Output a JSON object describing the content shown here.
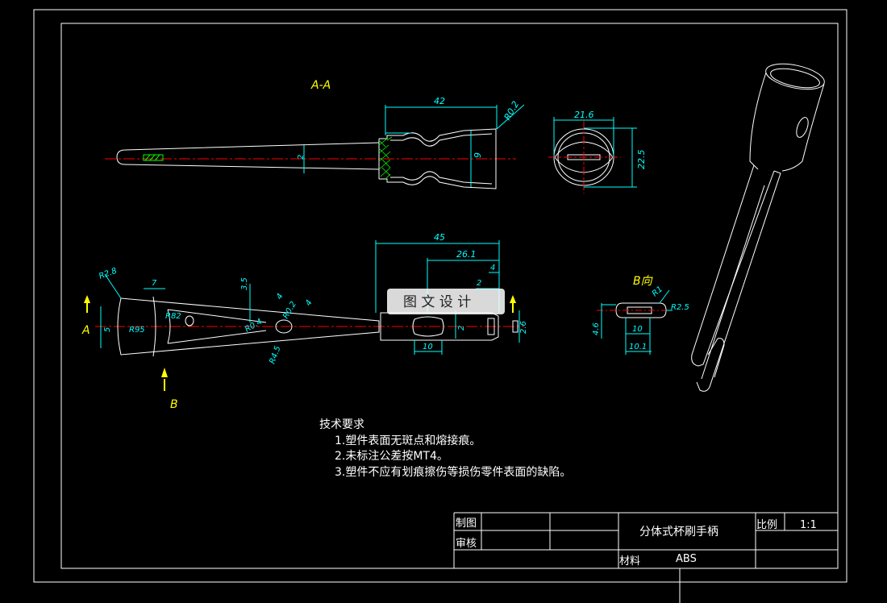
{
  "colors": {
    "background": "#000000",
    "line": "#ffffff",
    "dimension": "#00ffff",
    "center_line": "#ff0000",
    "label": "#ffff00",
    "hatch": "#00ff00"
  },
  "views": {
    "section_title": "A-A",
    "view_b_title": "B向",
    "arrow_a": "A",
    "arrow_b": "B"
  },
  "dims_section": {
    "d42": "42",
    "r02": "R0.2",
    "d2": "2",
    "d9": "9"
  },
  "dims_end": {
    "d216": "21.6",
    "d225": "22.5"
  },
  "dims_main": {
    "d45": "45",
    "d261": "26.1",
    "d4": "4",
    "d2": "2",
    "d10": "10",
    "d26": "2.6",
    "r28": "R2.8",
    "d7": "7",
    "d35": "3.5",
    "r82": "R82",
    "r95": "R95",
    "r04": "R0.4",
    "r02": "R0.2",
    "r45": "R4.5",
    "d5": "5",
    "d4a": "4",
    "d4b": "4",
    "d2a": "2"
  },
  "dims_b": {
    "r1": "R1",
    "r25": "R2.5",
    "d46": "4.6",
    "d10": "10",
    "d101": "10.1"
  },
  "watermark": "图 文 设 计",
  "notes": {
    "heading": "技术要求",
    "items": [
      "1.塑件表面无斑点和熔接痕。",
      "2.未标注公差按MT4。",
      "3.塑件不应有划痕擦伤等损伤零件表面的缺陷。"
    ]
  },
  "title_block": {
    "drawn_label": "制图",
    "checked_label": "审核",
    "part_name": "分体式杯刷手柄",
    "scale_label": "比例",
    "scale_value": "1:1",
    "material_label": "材料",
    "material_value": "ABS"
  }
}
